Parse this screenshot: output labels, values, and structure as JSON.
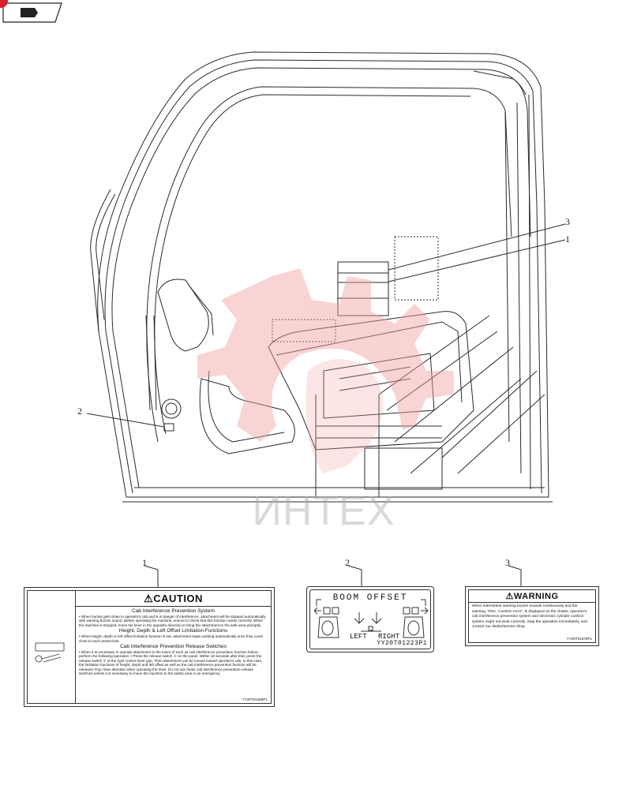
{
  "watermark": {
    "text": "ИНТЕХ"
  },
  "callouts": {
    "c1": "1",
    "c2": "2",
    "c3": "3"
  },
  "label1": {
    "header": "⚠CAUTION",
    "section1": {
      "title": "Cab Interference Prevention System",
      "body": "• When bucket gets close to operator's cab and is in danger of interference, attachment will be stopped automatically with warning buzzer sound. Before operating the machine, ensure to check that this function works correctly. When the machine is stopped, move the lever in the opposite direction to bring the attachment to the safe area promptly."
    },
    "section2": {
      "title": "Height, Depth & Left Offset Limitation Functions",
      "body": "• When height, depth or left offset limitation function is set, attachment stops working automatically once they come close to each preset limit."
    },
    "section3": {
      "title": "Cab Interference Prevention Release Switches",
      "body": "• When it is necessary to operate attachment in the event of such as cab interference prevention function failure, perform the following operation. • Press the release switch ① on the panel. Within 10 seconds after that, press the release switch ② of the right control lever grip. Then attachment can be moved toward operator's cab. In this case, the limitation functions of height, depth and left offset as well as the cab interference prevention function will be released. Pay close attention when operating the lever. Do not use these cab interference prevention release switches unless it is necessary to move the machine to the safety area in an emergency."
    },
    "code": "YY20T01368P1"
  },
  "label2": {
    "title": "BOOM OFFSET",
    "left": "LEFT",
    "right": "RIGHT",
    "code": "YY20T01223P1"
  },
  "label3": {
    "header": "⚠WARNING",
    "body": "When intermittent warning buzzer sounds continuously and the warning, \"Elec. Cushion error\", is displayed on the cluster, operator's cab interference prevention system and electronic cylinder cushion system might not work correctly. Stop the operation immediately, and contact our dealer/service shop.",
    "code": "YY20T01676P1"
  },
  "colors": {
    "line": "#2a2a2a",
    "watermark": "#f2a0a0",
    "nav_red": "#d8202c"
  }
}
